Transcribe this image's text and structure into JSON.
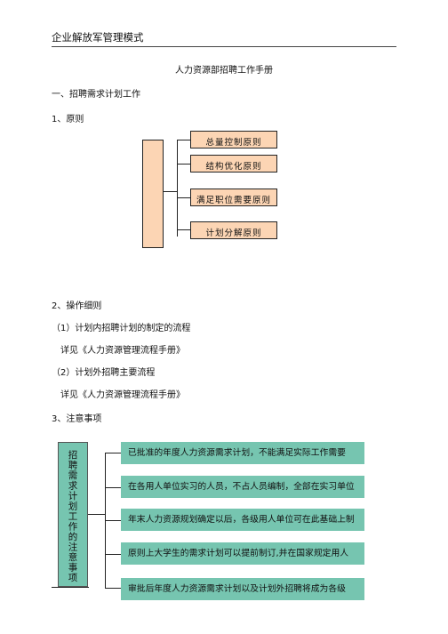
{
  "header": {
    "text": "企业解放军管理模式"
  },
  "doc_title": "人力资源部招聘工作手册",
  "lines": [
    "一、招聘需求计划工作",
    "1、原则",
    "2、操作细则",
    "（1）计划内招聘计划的制定的流程",
    "详见《人力资源管理流程手册》",
    "（2）计划外招聘主要流程",
    "详见《人力资源管理流程手册》",
    "3、注意事项"
  ],
  "principles_diagram": {
    "main_label": "",
    "items": [
      "总量控制原则",
      "结构优化原则",
      "满足职位需要原则",
      "计划分解原则"
    ],
    "fill": "#fcd5b4"
  },
  "notes_diagram": {
    "main_label": "招聘需求计划工作的注意事项",
    "items": [
      "已批准的年度人力资源需求计划，不能满足实际工作需要",
      "在各用人单位实习的人员，不占人员编制，全部在实习单位",
      "年末人力资源规划确定以后，各级用人单位可在此基础上制",
      "原则上大学生的需求计划可以提前制订,并在国家规定用人",
      "审批后年度人力资源需求计划以及计划外招聘将成为各级"
    ],
    "fill": "#76c5b0"
  }
}
